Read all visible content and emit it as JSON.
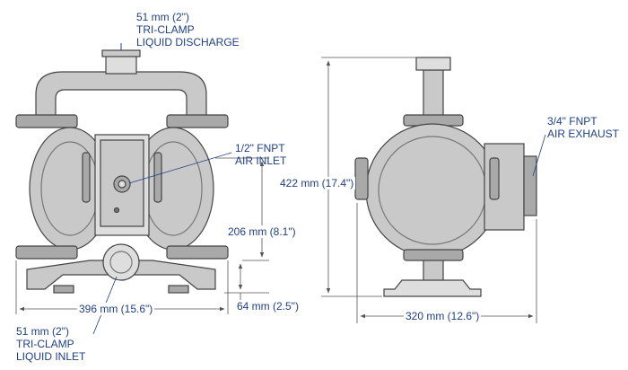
{
  "colors": {
    "label": "#1f3f86",
    "body_fill": "#c9c9c9",
    "body_fill_dark": "#a9a9a9",
    "body_fill_light": "#dedede",
    "outline": "#444444",
    "dim_line": "#555555"
  },
  "labels": {
    "discharge": [
      "51 mm (2\")",
      "TRI-CLAMP",
      "LIQUID DISCHARGE"
    ],
    "air_inlet": [
      "1/2\" FNPT",
      "AIR INLET"
    ],
    "air_exhaust": [
      "3/4\" FNPT",
      "AIR EXHAUST"
    ],
    "liquid_inlet": [
      "51 mm (2\")",
      "TRI-CLAMP",
      "LIQUID INLET"
    ]
  },
  "dimensions": {
    "height_total": "422 mm (17.4\")",
    "height_inlet": "206 mm (8.1\")",
    "foot_height": "64 mm (2.5\")",
    "front_width": "396 mm (15.6\")",
    "side_width": "320 mm (12.6\")"
  }
}
